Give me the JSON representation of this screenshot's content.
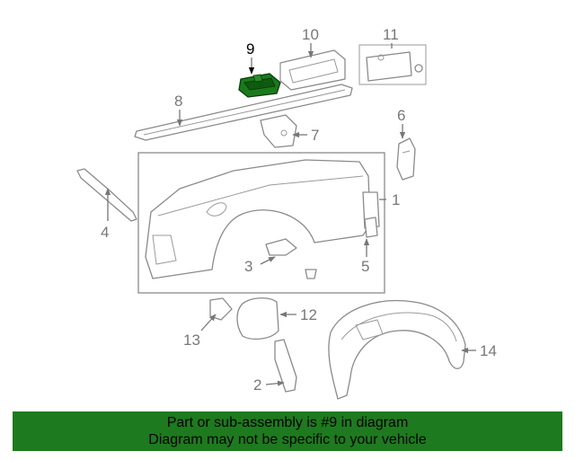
{
  "diagram": {
    "highlight_color": "#1a7a1a",
    "callouts": [
      "1",
      "2",
      "3",
      "4",
      "5",
      "6",
      "7",
      "8",
      "9",
      "10",
      "11",
      "12",
      "13",
      "14"
    ],
    "highlighted_part": "9"
  },
  "banner": {
    "line1": "Part or sub-assembly is #9 in diagram",
    "line2": "Diagram may not be specific to your vehicle",
    "background": "#1e7a1e"
  }
}
